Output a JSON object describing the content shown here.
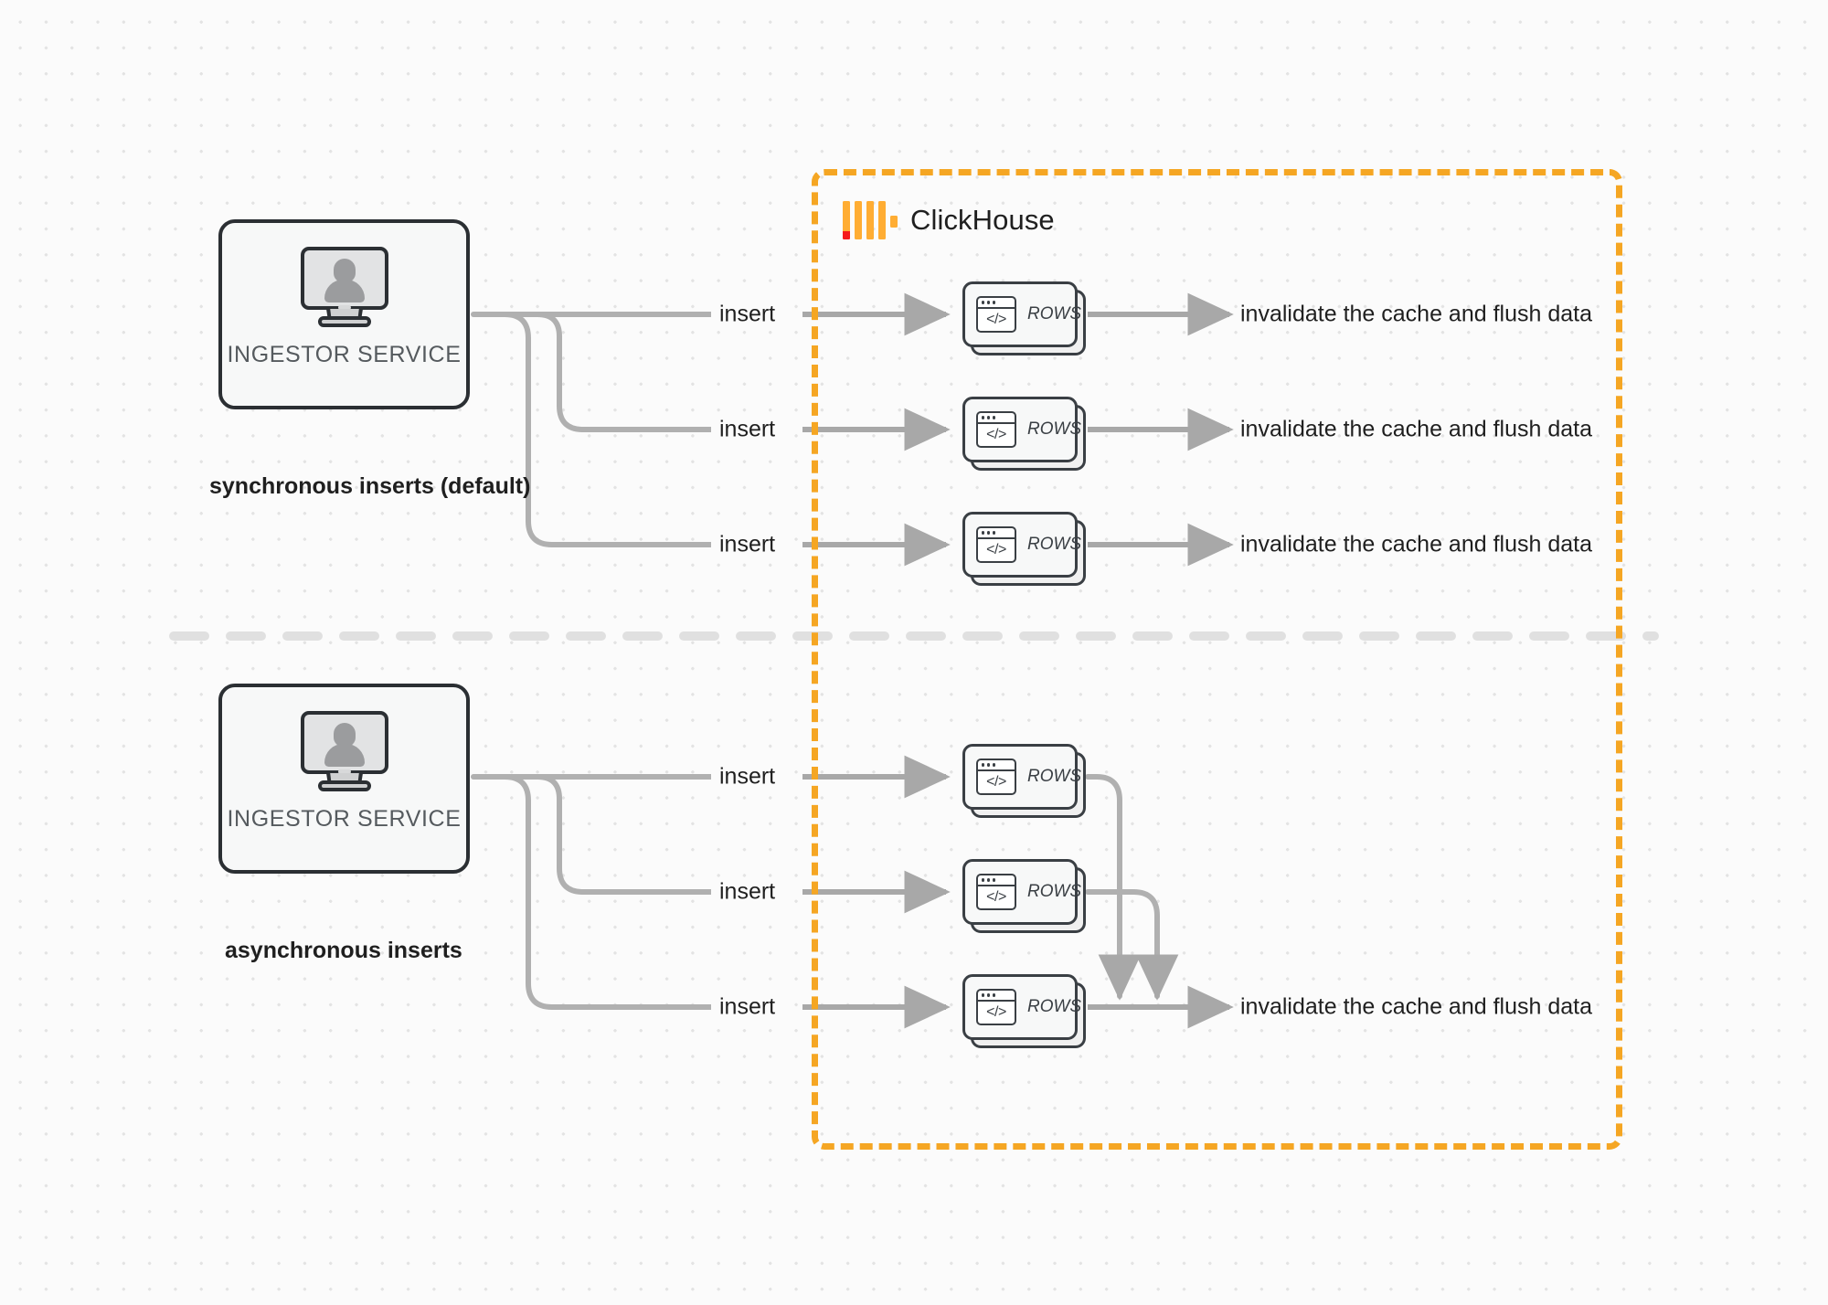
{
  "diagram": {
    "title": "ClickHouse synchronous vs asynchronous inserts",
    "background": "#fbfbfb",
    "accent_color": "#f5a623",
    "edge_color": "#a8a8a8"
  },
  "boundary": {
    "label": "ClickHouse",
    "logo_name": "clickhouse-logo",
    "border_color": "#f5a623",
    "border_style": "dashed"
  },
  "sections": [
    {
      "id": "synchronous",
      "caption": "synchronous inserts (default)",
      "service": {
        "label": "INGESTOR SERVICE",
        "icon": "monitor-user-icon"
      },
      "flows": [
        {
          "edge_label": "insert",
          "card_label": "ROWS",
          "outcome": "invalidate the cache and flush data"
        },
        {
          "edge_label": "insert",
          "card_label": "ROWS",
          "outcome": "invalidate the cache and flush data"
        },
        {
          "edge_label": "insert",
          "card_label": "ROWS",
          "outcome": "invalidate the cache and flush data"
        }
      ]
    },
    {
      "id": "asynchronous",
      "caption": "asynchronous inserts",
      "service": {
        "label": "INGESTOR SERVICE",
        "icon": "monitor-user-icon"
      },
      "flows": [
        {
          "edge_label": "insert",
          "card_label": "ROWS"
        },
        {
          "edge_label": "insert",
          "card_label": "ROWS"
        },
        {
          "edge_label": "insert",
          "card_label": "ROWS"
        }
      ],
      "merged_outcome": "invalidate the cache and flush data"
    }
  ]
}
